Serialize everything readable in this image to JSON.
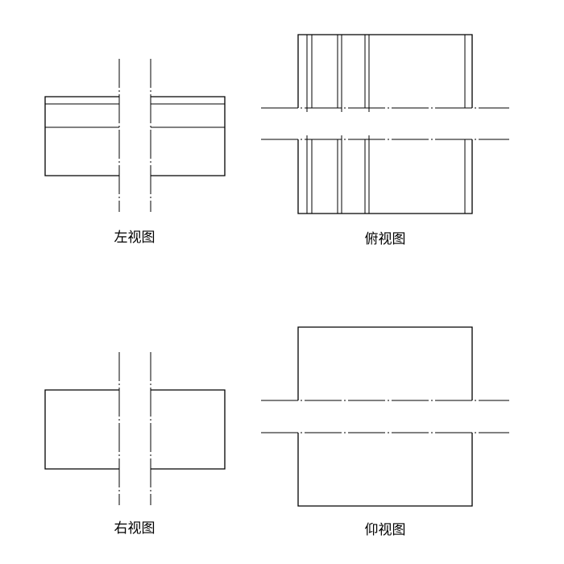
{
  "views": {
    "left": {
      "label": "左视图"
    },
    "top": {
      "label": "俯视图"
    },
    "right": {
      "label": "右视图"
    },
    "bottom": {
      "label": "仰视图"
    }
  },
  "colors": {
    "line": "#000000",
    "background": "#ffffff"
  }
}
